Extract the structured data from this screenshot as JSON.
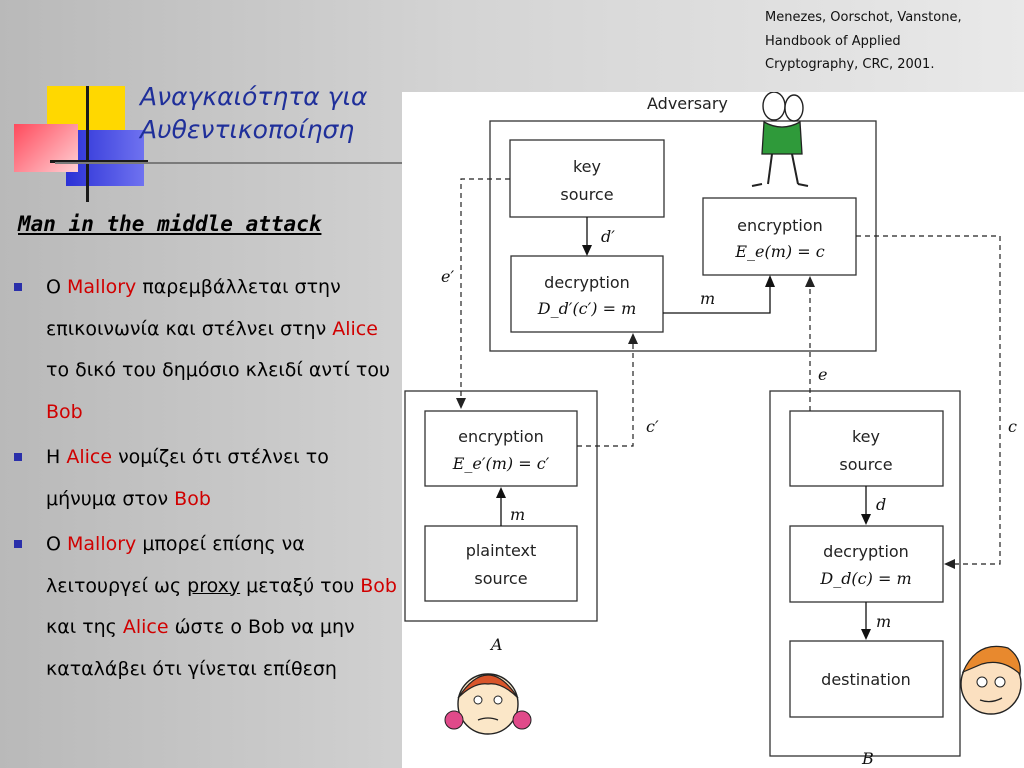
{
  "citation": {
    "line1": "Menezes, Oorschot, Vanstone,",
    "line2": "Handbook of Applied",
    "line3": "Cryptography, CRC, 2001."
  },
  "title": {
    "line1": "Αναγκαιότητα για",
    "line2": "Αυθεντικοποίηση"
  },
  "section_heading": "Man in the middle attack",
  "bullets": [
    {
      "parts": [
        {
          "text": "Ο "
        },
        {
          "text": "Mallory",
          "style": "hl"
        },
        {
          "text": " παρεμβάλλεται στην επικοινωνία και στέλνει στην "
        },
        {
          "text": "Alice",
          "style": "hl"
        },
        {
          "text": " το δικό του δημόσιο κλειδί αντί του "
        },
        {
          "text": "Bob",
          "style": "hl"
        }
      ]
    },
    {
      "parts": [
        {
          "text": "Η "
        },
        {
          "text": "Alice",
          "style": "hl"
        },
        {
          "text": " νομίζει ότι στέλνει το μήνυμα στον "
        },
        {
          "text": "Bob",
          "style": "hl"
        }
      ]
    },
    {
      "parts": [
        {
          "text": "Ο "
        },
        {
          "text": "Mallory",
          "style": "hl"
        },
        {
          "text": " μπορεί επίσης να λειτουργεί ως "
        },
        {
          "text": "proxy",
          "style": "ul"
        },
        {
          "text": " μεταξύ του "
        },
        {
          "text": "Bob",
          "style": "hl"
        },
        {
          "text": " και της "
        },
        {
          "text": "Alice",
          "style": "hl"
        },
        {
          "text": " ώστε  ο Bob να μην καταλάβει ότι γίνεται επίθεση"
        }
      ]
    }
  ],
  "diagram": {
    "adversary_label": "Adversary",
    "adversary_key_source": {
      "line1": "key",
      "line2": "source"
    },
    "adversary_decryption": {
      "line1": "decryption",
      "formula": "D_d′(c′) = m"
    },
    "adversary_encryption": {
      "line1": "encryption",
      "formula": "E_e(m) = c"
    },
    "alice_encryption": {
      "line1": "encryption",
      "formula": "E_e′(m) = c′"
    },
    "alice_plaintext": {
      "line1": "plaintext",
      "line2": "source"
    },
    "bob_key_source": {
      "line1": "key",
      "line2": "source"
    },
    "bob_decryption": {
      "line1": "decryption",
      "formula": "D_d(c) = m"
    },
    "bob_destination": {
      "line1": "destination"
    },
    "edge_labels": {
      "d_prime": "d′",
      "m_adv": "m",
      "e_prime": "e′",
      "c_prime": "c′",
      "e": "e",
      "c": "c",
      "m_alice": "m",
      "d": "d",
      "m_bob": "m"
    },
    "party_labels": {
      "alice": "A",
      "bob": "B"
    }
  },
  "colors": {
    "title": "#1f2f9a",
    "highlight": "#d00000",
    "bullet_marker": "#2a2faa",
    "deco_yellow": "#ffd800",
    "deco_red": "#ff5a6a",
    "deco_blue": "#2b31d6"
  }
}
